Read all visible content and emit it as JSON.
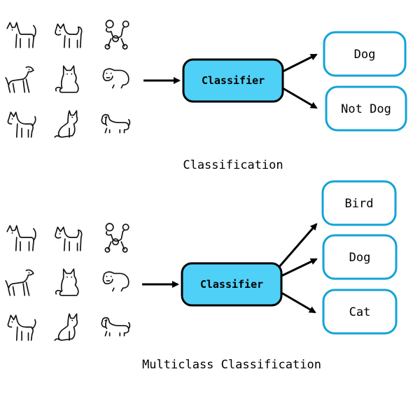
{
  "colors": {
    "classifier_fill": "#4fd1f7",
    "output_border": "#13a3d8",
    "line": "#000000"
  },
  "animal_grid_icons": [
    [
      "standing-cat-icon",
      "shiba-dog-icon",
      "poodle-icon"
    ],
    [
      "pointer-dog-icon",
      "sitting-cat-icon",
      "bulldog-icon"
    ],
    [
      "husky-dog-icon",
      "cat-looking-up-icon",
      "dachshund-icon"
    ]
  ],
  "classification": {
    "classifier_label": "Classifier",
    "outputs": [
      "Dog",
      "Not Dog"
    ],
    "caption": "Classification"
  },
  "multiclass": {
    "classifier_label": "Classifier",
    "outputs": [
      "Bird",
      "Dog",
      "Cat"
    ],
    "caption": "Multiclass Classification"
  }
}
